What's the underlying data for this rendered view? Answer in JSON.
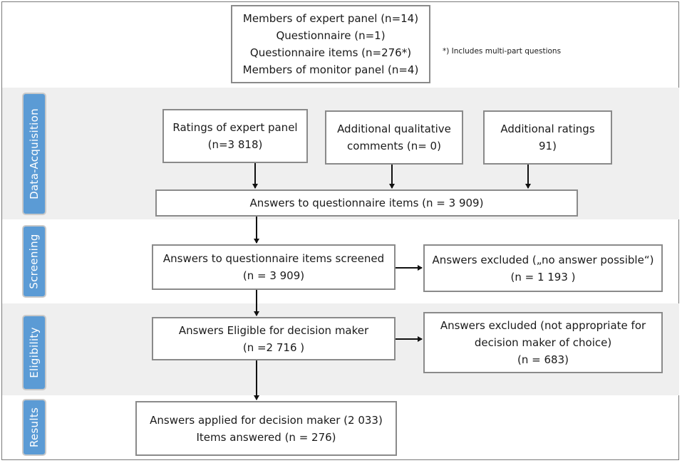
{
  "note": "*) Includes multi-part questions",
  "stages": {
    "data_acquisition": "Data-Acquisition",
    "screening": "Screening",
    "eligibility": "Eligibility",
    "results": "Results"
  },
  "boxes": {
    "top": [
      "Members of expert panel (n=14)",
      "Questionnaire (n=1)",
      "Questionnaire items (n=276*)",
      "Members of monitor panel (n=4)"
    ],
    "ratings": [
      "Ratings of expert panel",
      "(n=3 818)"
    ],
    "qualitative": [
      "Additional qualitative",
      "comments (n= 0)"
    ],
    "additional": [
      "Additional  ratings",
      "91)"
    ],
    "answers": [
      "Answers to questionnaire items (n = 3 909)"
    ],
    "screened": [
      "Answers to questionnaire items screened",
      "(n = 3 909)"
    ],
    "excluded_na": [
      "Answers excluded („no answer possible“)",
      "(n = 1 193 )"
    ],
    "eligible": [
      "Answers Eligible for decision maker",
      "(n =2 716 )"
    ],
    "excluded_dm": [
      "Answers excluded (not appropriate for",
      "decision maker of choice)",
      "(n = 683)"
    ],
    "applied": [
      "Answers applied for decision maker (2 033)",
      "Items answered (n = 276)"
    ]
  },
  "colors": {
    "stage_tab": "#5b9bd5",
    "band": "#efefef",
    "box_border": "#8a8a8a"
  }
}
